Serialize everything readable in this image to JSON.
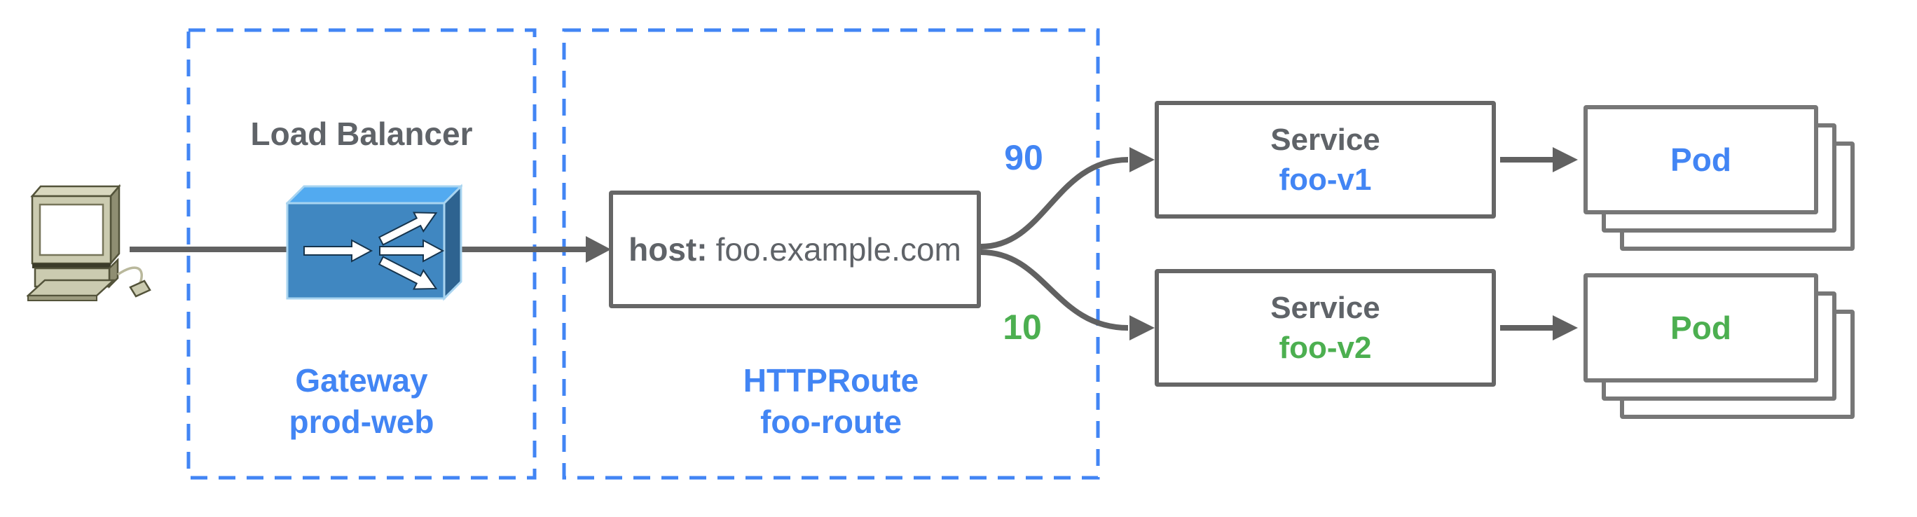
{
  "nodes": {
    "client": {
      "icon": "desktop-computer-icon"
    },
    "load_balancer": {
      "title": "Load Balancer",
      "icon": "load-balancer-icon"
    },
    "gateway_group": {
      "kind": "Gateway",
      "name": "prod-web"
    },
    "httproute_group": {
      "kind": "HTTPRoute",
      "name": "foo-route"
    },
    "host_rule": {
      "key": "host:",
      "value": "foo.example.com"
    },
    "service_v1": {
      "title": "Service",
      "name": "foo-v1"
    },
    "service_v2": {
      "title": "Service",
      "name": "foo-v2"
    },
    "pod_v1": {
      "label": "Pod"
    },
    "pod_v2": {
      "label": "Pod"
    }
  },
  "edges": {
    "weight_to_v1": "90",
    "weight_to_v2": "10"
  },
  "colors": {
    "accent_blue": "#4285F4",
    "accent_green": "#4CAF50",
    "text_gray": "#5F6368",
    "line_gray": "#616161",
    "box_border_gray": "#666666",
    "lb_front_blue": "#4087C1",
    "lb_top_blue": "#52AAF0",
    "lb_side_blue": "#2E6390"
  }
}
